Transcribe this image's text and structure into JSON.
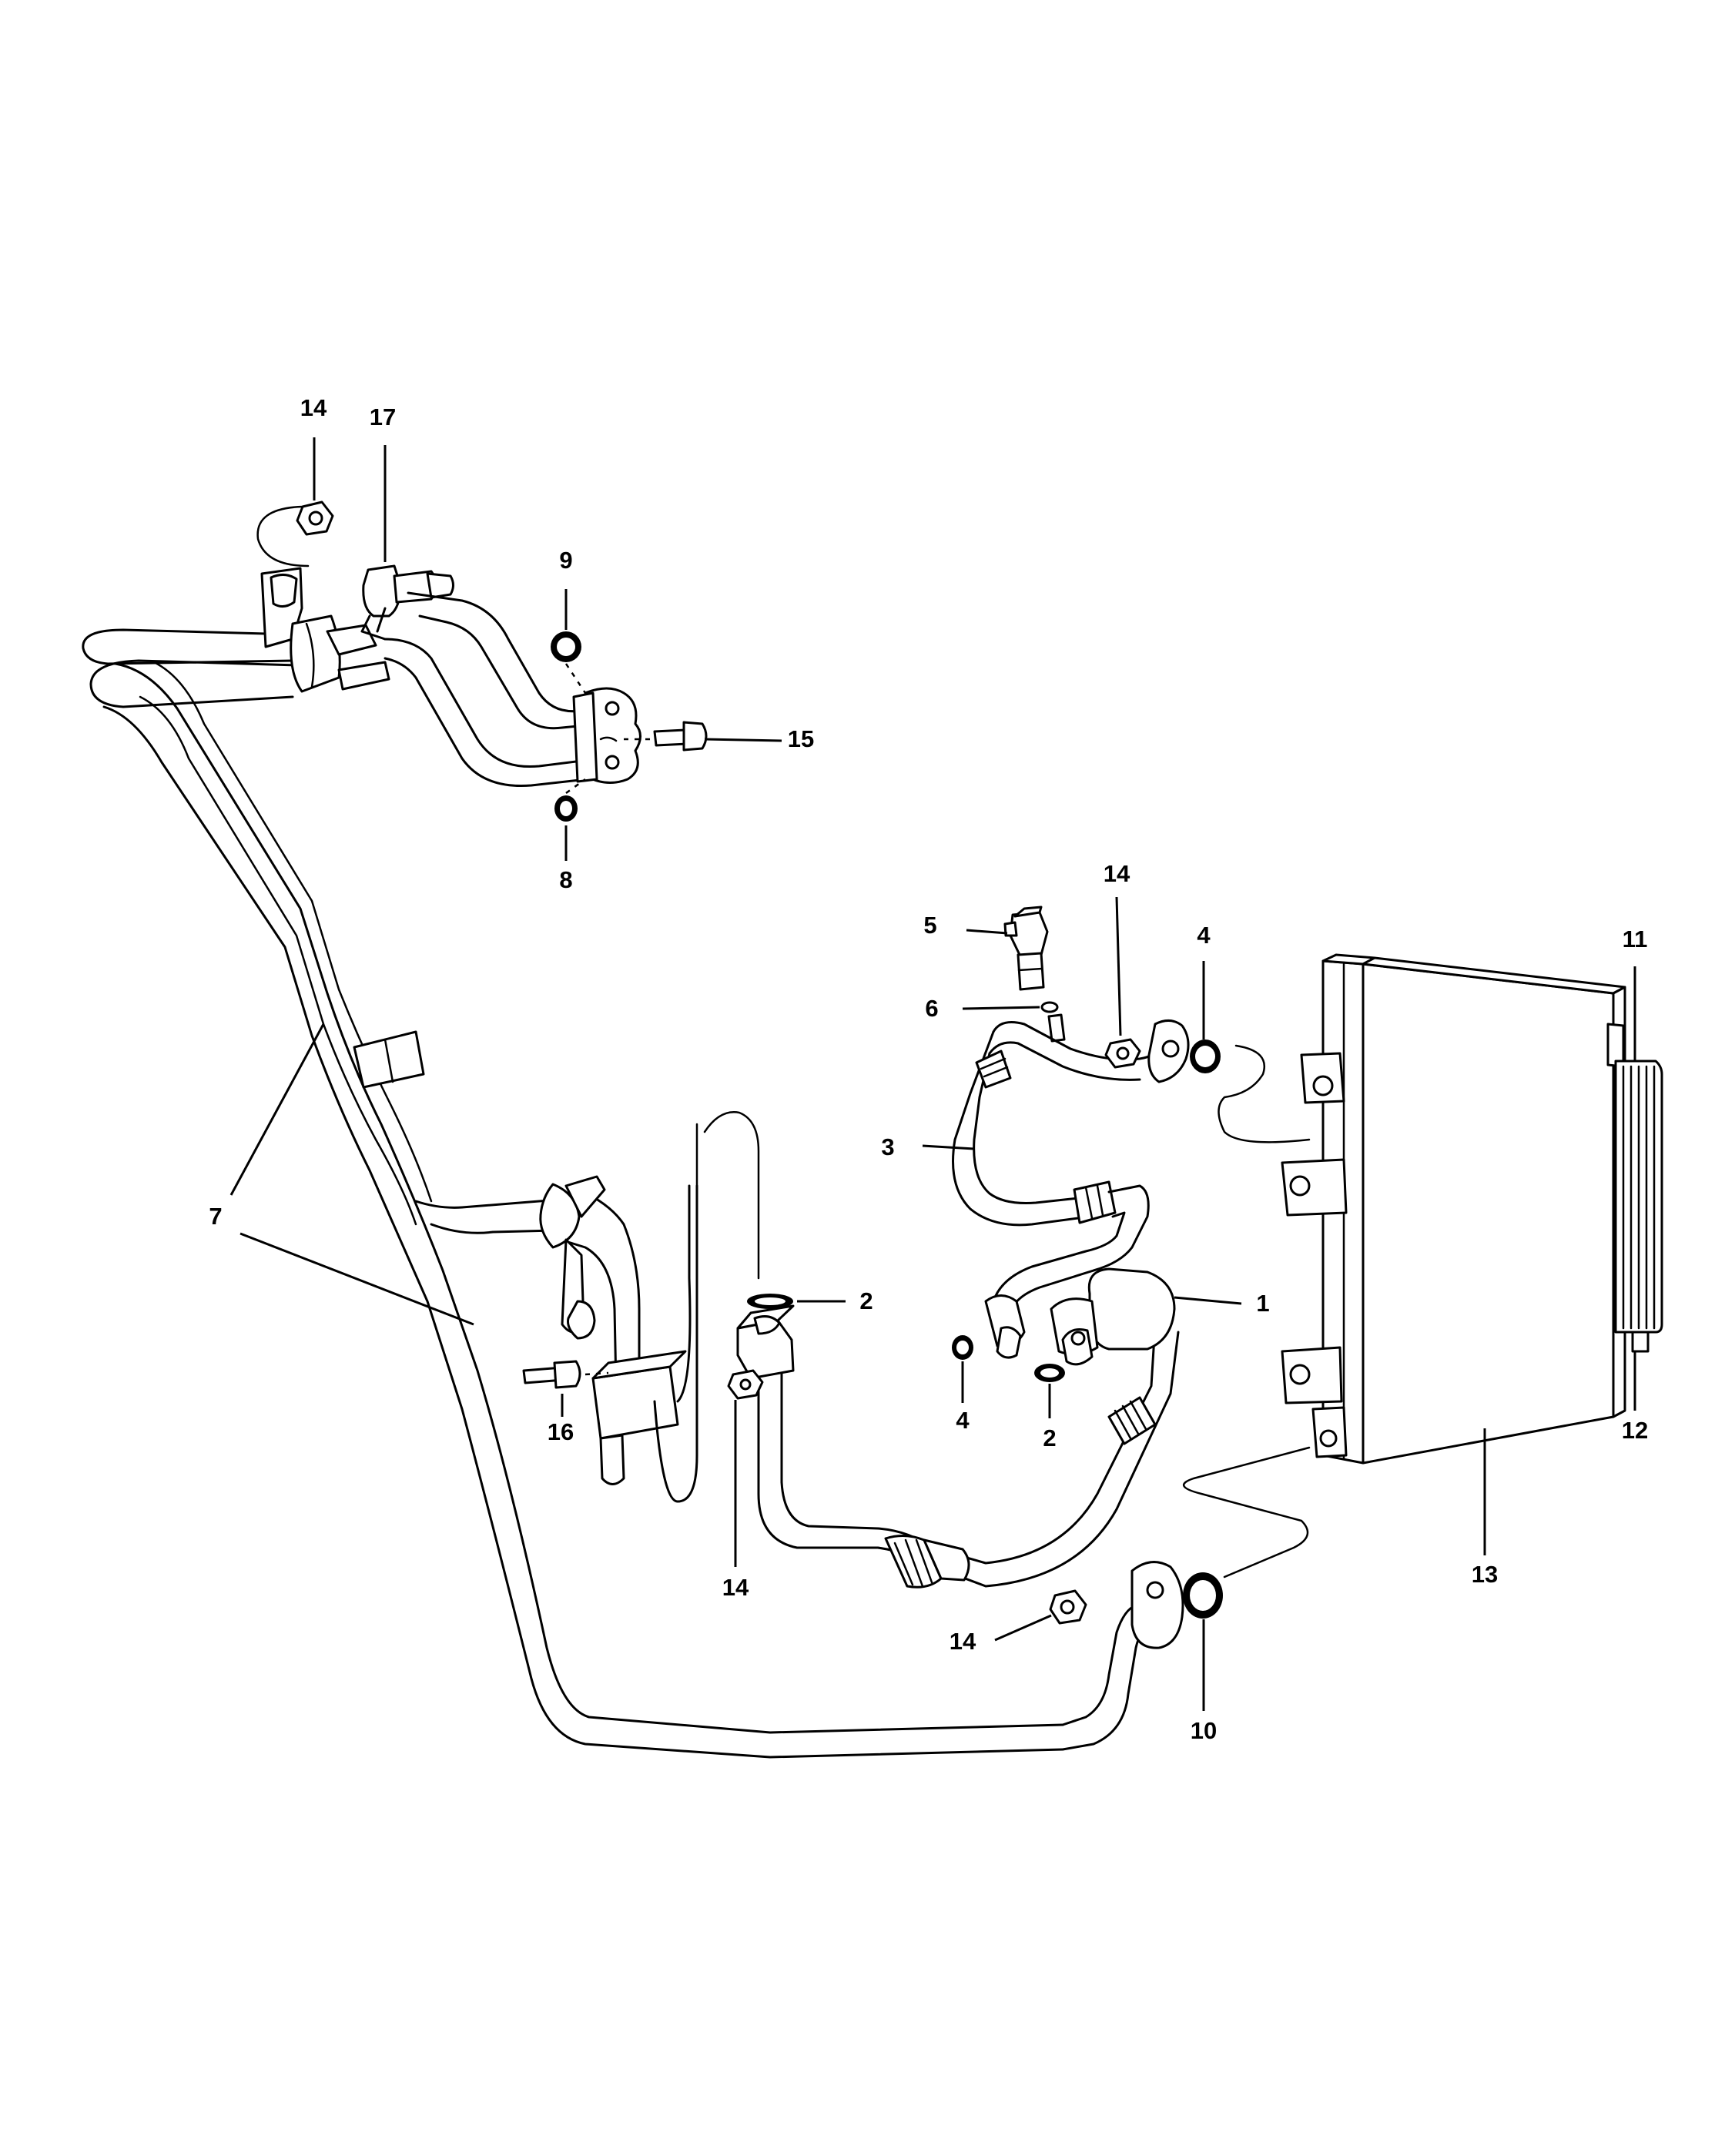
{
  "callouts": [
    {
      "id": "c-14a",
      "label": "14"
    },
    {
      "id": "c-17",
      "label": "17"
    },
    {
      "id": "c-9",
      "label": "9"
    },
    {
      "id": "c-15",
      "label": "15"
    },
    {
      "id": "c-8",
      "label": "8"
    },
    {
      "id": "c-14b",
      "label": "14"
    },
    {
      "id": "c-5",
      "label": "5"
    },
    {
      "id": "c-6",
      "label": "6"
    },
    {
      "id": "c-4a",
      "label": "4"
    },
    {
      "id": "c-11",
      "label": "11"
    },
    {
      "id": "c-3",
      "label": "3"
    },
    {
      "id": "c-7",
      "label": "7"
    },
    {
      "id": "c-2a",
      "label": "2"
    },
    {
      "id": "c-1",
      "label": "1"
    },
    {
      "id": "c-4b",
      "label": "4"
    },
    {
      "id": "c-2b",
      "label": "2"
    },
    {
      "id": "c-16",
      "label": "16"
    },
    {
      "id": "c-12",
      "label": "12"
    },
    {
      "id": "c-14c",
      "label": "14"
    },
    {
      "id": "c-13",
      "label": "13"
    },
    {
      "id": "c-14d",
      "label": "14"
    },
    {
      "id": "c-10",
      "label": "10"
    }
  ]
}
